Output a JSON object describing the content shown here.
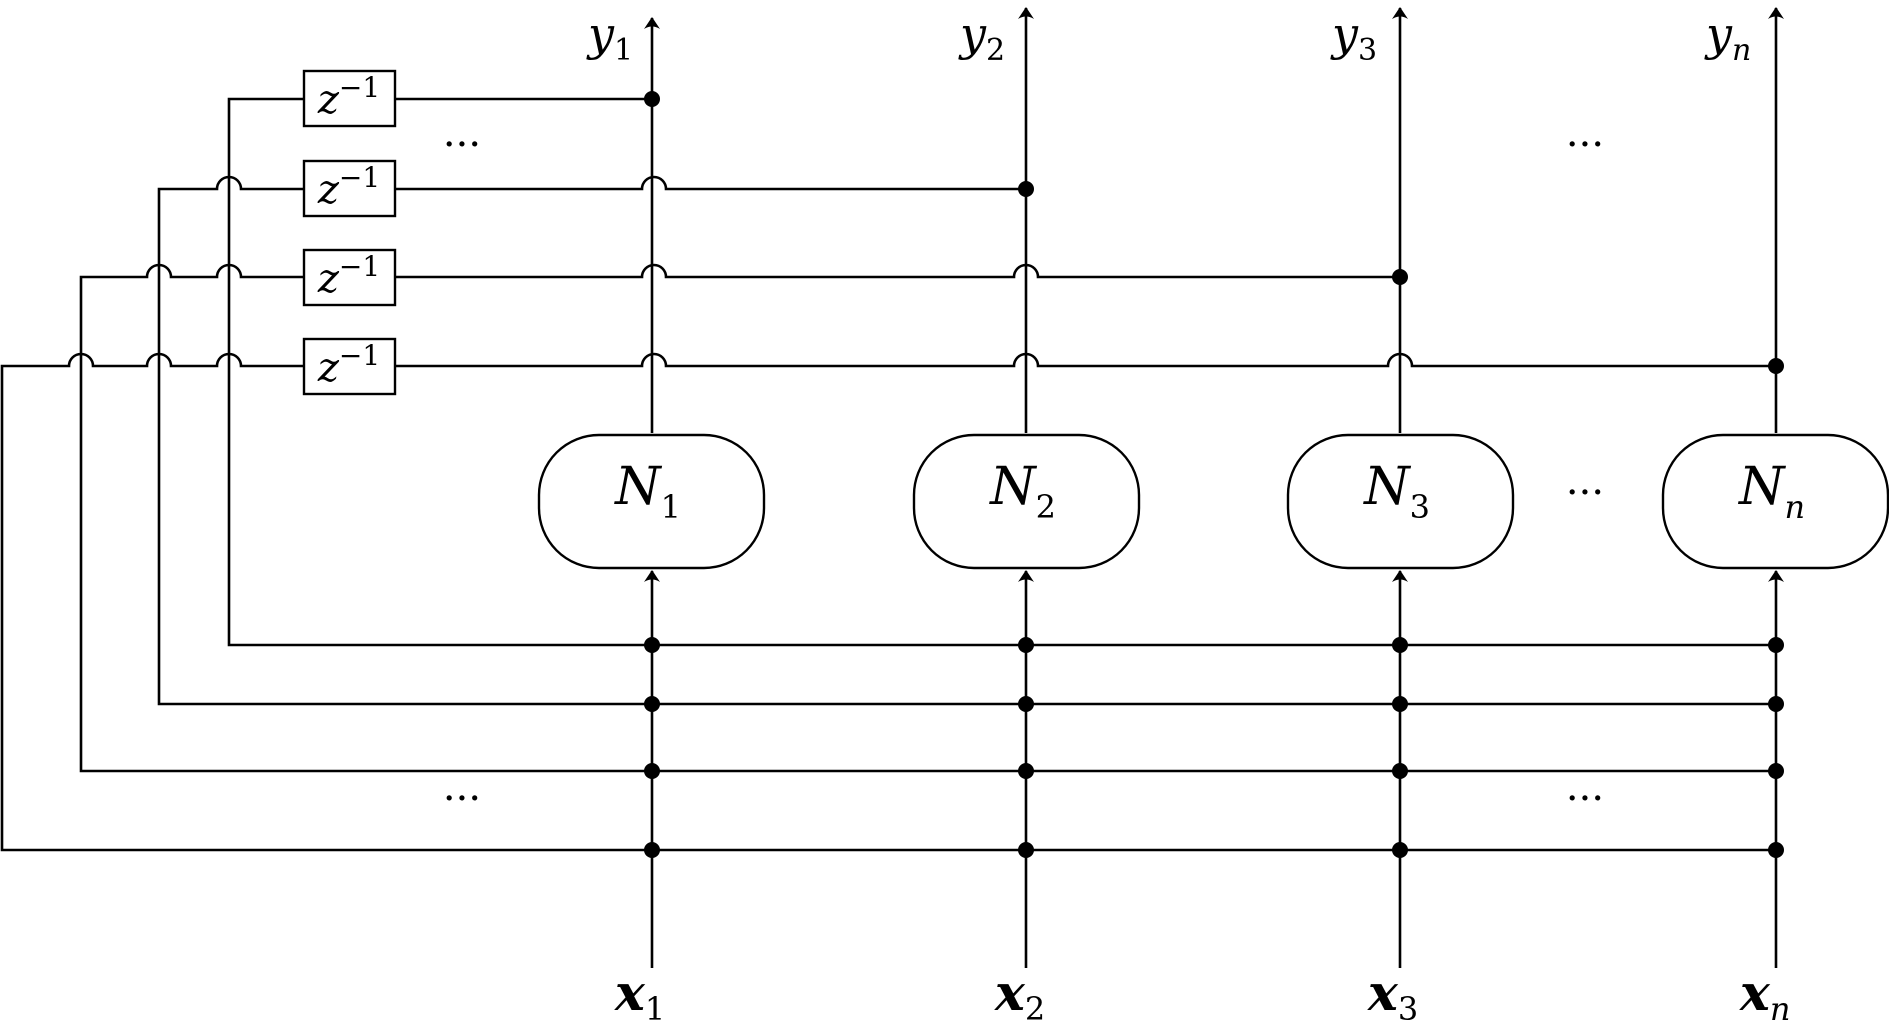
{
  "nodes": [
    {
      "name": "N",
      "sub": "1"
    },
    {
      "name": "N",
      "sub": "2"
    },
    {
      "name": "N",
      "sub": "3"
    },
    {
      "name": "N",
      "sub": "n"
    }
  ],
  "outputs": [
    {
      "name": "y",
      "sub": "1"
    },
    {
      "name": "y",
      "sub": "2"
    },
    {
      "name": "y",
      "sub": "3"
    },
    {
      "name": "y",
      "sub": "n"
    }
  ],
  "inputs": [
    {
      "name": "x",
      "sub": "1"
    },
    {
      "name": "x",
      "sub": "2"
    },
    {
      "name": "x",
      "sub": "3"
    },
    {
      "name": "x",
      "sub": "n"
    }
  ],
  "delay": {
    "base": "z",
    "exp": "−1"
  },
  "ellipsis": "···"
}
